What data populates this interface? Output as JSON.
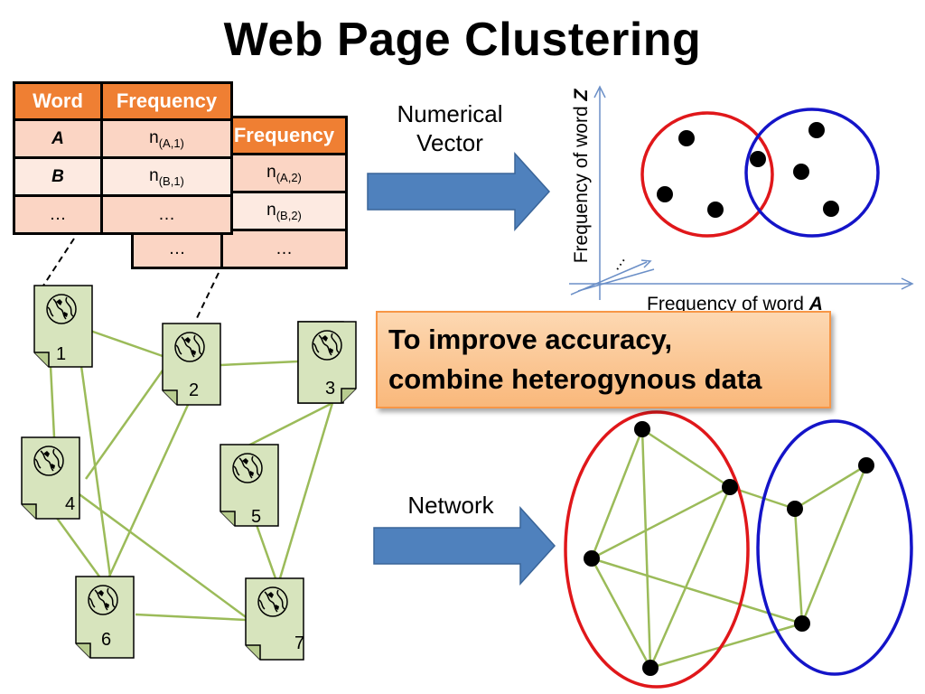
{
  "title": "Web Page Clustering",
  "table_front": {
    "headers": [
      "Word",
      "Frequency"
    ],
    "rows": [
      {
        "word": "A",
        "freq_base": "n",
        "freq_sub": "(A,1)"
      },
      {
        "word": "B",
        "freq_base": "n",
        "freq_sub": "(B,1)"
      },
      {
        "word": "…",
        "freq_base": "…",
        "freq_sub": ""
      }
    ]
  },
  "table_back": {
    "header": "Frequency",
    "rows": [
      {
        "freq_base": "n",
        "freq_sub": "(A,2)"
      },
      {
        "freq_base": "n",
        "freq_sub": "(B,2)"
      },
      {
        "word": "…",
        "freq_base": "…",
        "freq_sub": ""
      }
    ]
  },
  "labels": {
    "numerical_vector_line1": "Numerical",
    "numerical_vector_line2": "Vector",
    "network": "Network"
  },
  "scatter_axes": {
    "y_label_prefix": "Frequency of word ",
    "y_label_var": "Z",
    "x_label_prefix": "Frequency of word ",
    "x_label_var": "A",
    "ellipsis": "…"
  },
  "callout": {
    "line1": "To improve accuracy,",
    "line2": "combine heterogynous data"
  },
  "pages": [
    {
      "id": "1"
    },
    {
      "id": "2"
    },
    {
      "id": "3"
    },
    {
      "id": "4"
    },
    {
      "id": "5"
    },
    {
      "id": "6"
    },
    {
      "id": "7"
    }
  ],
  "colors": {
    "arrow": "#4f81bd",
    "table_header": "#ef7f33",
    "table_cell": "#fbd5c4",
    "page_fill": "#d7e4bd",
    "edge": "#9bbb59",
    "cluster_red": "#e0171a",
    "cluster_blue": "#1414c8",
    "axis": "#6b8fc7"
  }
}
